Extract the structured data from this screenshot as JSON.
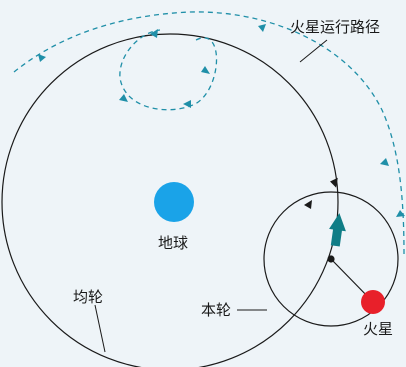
{
  "labels": {
    "mars_path": "火星运行路径",
    "earth": "地球",
    "deferent": "均轮",
    "epicycle": "本轮",
    "mars": "火星"
  },
  "colors": {
    "background": "#eef4f8",
    "earth": "#1aa3e8",
    "mars": "#e8202a",
    "path": "#1f8fa8",
    "arrow": "#0f7d86",
    "line": "#1a1a1a"
  }
}
